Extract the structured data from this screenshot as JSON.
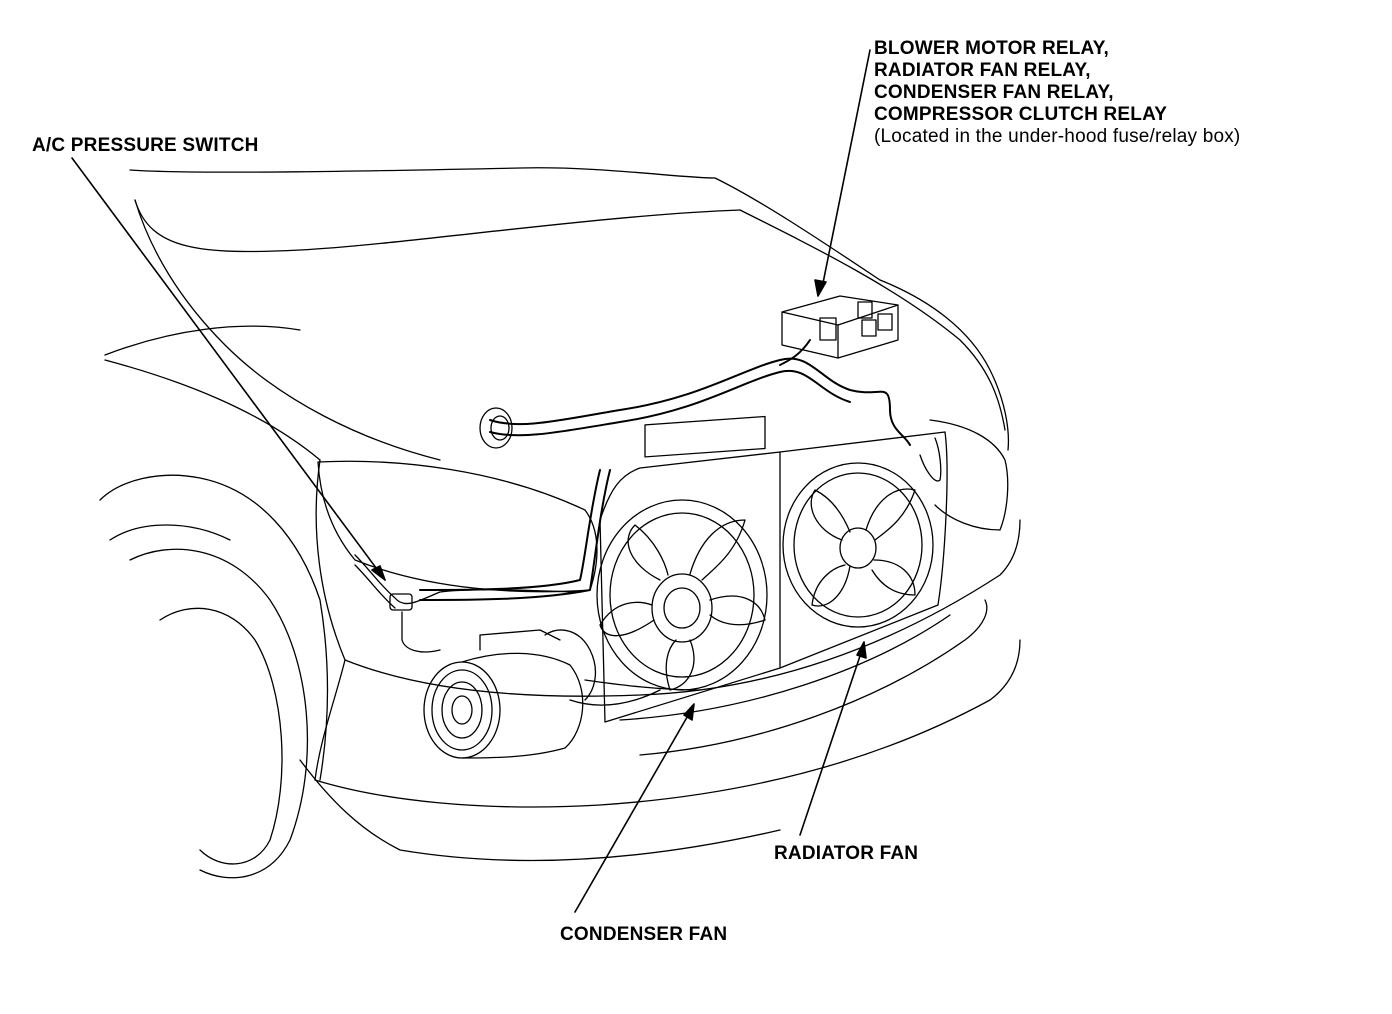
{
  "labels": {
    "ac_pressure_switch": "A/C PRESSURE SWITCH",
    "relays": [
      "BLOWER MOTOR RELAY,",
      "RADIATOR FAN RELAY,",
      "CONDENSER FAN RELAY,",
      "COMPRESSOR CLUTCH RELAY"
    ],
    "relay_location_note": "(Located in the under-hood fuse/relay box)",
    "radiator_fan": "RADIATOR FAN",
    "condenser_fan": "CONDENSER FAN"
  },
  "colors": {
    "ink": "#000000",
    "paper": "#ffffff"
  }
}
